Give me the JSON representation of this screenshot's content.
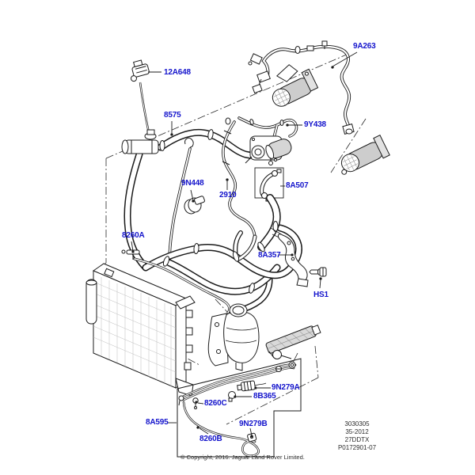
{
  "diagram": {
    "title_hint": "Cooling system hoses parts diagram",
    "label_color": "#1414cc",
    "line_color": "#1b1b1b",
    "labels": [
      {
        "id": "12A648",
        "text": "12A648"
      },
      {
        "id": "8575",
        "text": "8575"
      },
      {
        "id": "9A263",
        "text": "9A263"
      },
      {
        "id": "9Y438",
        "text": "9Y438"
      },
      {
        "id": "8A507",
        "text": "8A507"
      },
      {
        "id": "9N448",
        "text": "9N448"
      },
      {
        "id": "2910",
        "text": "2910"
      },
      {
        "id": "8260A",
        "text": "8260A"
      },
      {
        "id": "8A357",
        "text": "8A357"
      },
      {
        "id": "HS1",
        "text": "HS1"
      },
      {
        "id": "9N279A",
        "text": "9N279A"
      },
      {
        "id": "8B365",
        "text": "8B365"
      },
      {
        "id": "8260C",
        "text": "8260C"
      },
      {
        "id": "9N279B",
        "text": "9N279B"
      },
      {
        "id": "8A595",
        "text": "8A595"
      },
      {
        "id": "8260B",
        "text": "8260B"
      }
    ],
    "info_block": {
      "lines": [
        "3030305",
        "35-2012",
        "27DDTX",
        "P0172901-07"
      ]
    },
    "copyright": "© Copyright, 2016. Jaguar Land Rover Limited."
  }
}
